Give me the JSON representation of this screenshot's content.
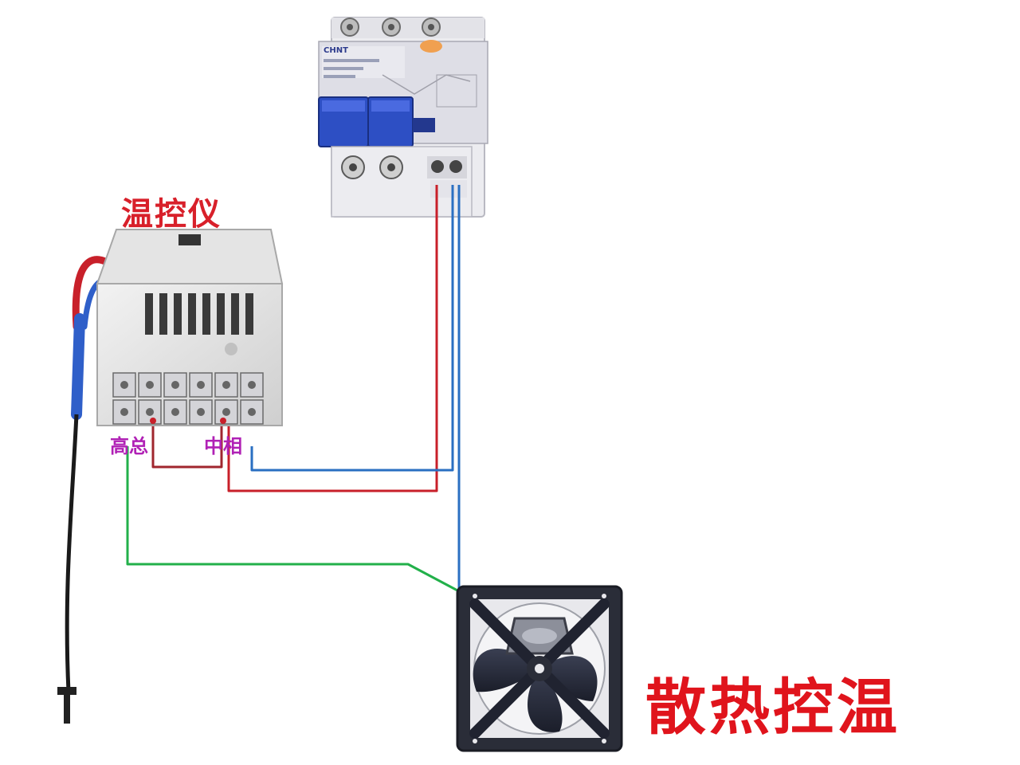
{
  "controller_label": "温控仪",
  "terminal_labels": {
    "left": "高总",
    "right": "中相"
  },
  "caption": "散热控温",
  "breaker_brand": "CHNT",
  "icons": [
    "circuit-breaker-icon",
    "temperature-controller-icon",
    "temperature-probe-icon",
    "exhaust-fan-icon"
  ],
  "colors": {
    "live_wire": "#c8202a",
    "neutral_wire": "#2a6fc2",
    "fan_wire": "#22b04a",
    "label_red": "#d8202a",
    "terminal_label": "#b021b5"
  }
}
